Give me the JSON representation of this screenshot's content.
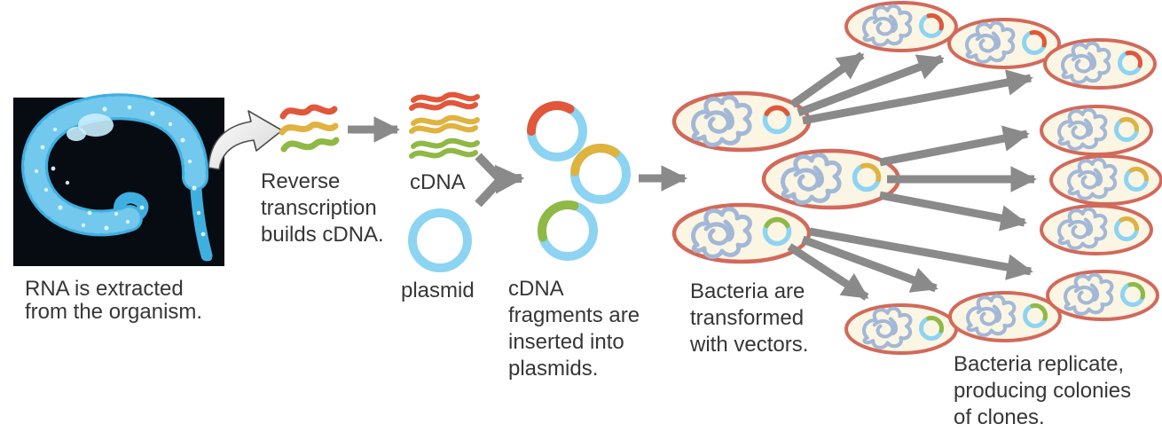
{
  "labels": {
    "rna_caption": [
      "RNA is extracted",
      "from the organism."
    ],
    "reverse_transcription": [
      "Reverse",
      "transcription",
      "builds cDNA."
    ],
    "cdna": "cDNA",
    "plasmid": "plasmid",
    "fragments": [
      "cDNA",
      "fragments are",
      "inserted into",
      "plasmids."
    ],
    "transformed": [
      "Bacteria are",
      "transformed",
      "with vectors."
    ],
    "replicate": [
      "Bacteria replicate,",
      "producing colonies",
      "of clones."
    ]
  },
  "colors": {
    "red": "#E2563A",
    "yellow": "#E0B23E",
    "green": "#8FB944",
    "blue": "#8DD4F2",
    "arrow": "#8A8A8A",
    "cell_fill": "#FBF5E3",
    "cell_outline": "#D2695A",
    "chromosome": "#A3B8D6",
    "text": "#363636",
    "photo_bg": "#070B12",
    "worm": "#3FAFE0",
    "speckle": "#DFF6FF"
  },
  "diagram": {
    "rna_strand_colors": [
      "red",
      "yellow",
      "green"
    ],
    "recombinant_plasmid_inserts": [
      "red",
      "yellow",
      "green"
    ],
    "transformed_bacteria_inserts": [
      "red",
      "yellow",
      "green"
    ],
    "colony_clusters": [
      {
        "insert": "red",
        "count": 3
      },
      {
        "insert": "yellow",
        "count": 3
      },
      {
        "insert": "green",
        "count": 3
      }
    ]
  }
}
